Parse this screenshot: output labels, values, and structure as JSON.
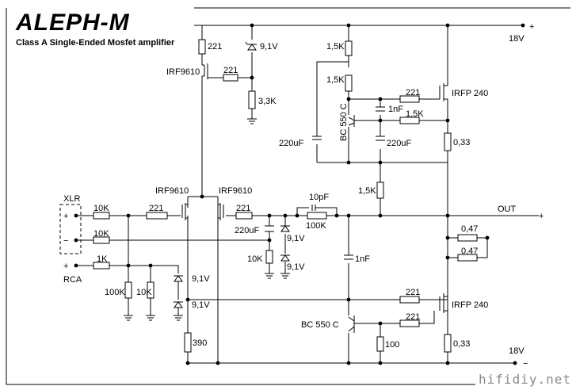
{
  "title": "ALEPH-M",
  "subtitle": "Class A Single-Ended Mosfet amplifier",
  "watermark": "hifidiy.net",
  "rails": {
    "pos": "18V",
    "neg": "18V",
    "plus": "+",
    "minus": "−"
  },
  "io": {
    "xlr": "XLR",
    "rca": "RCA",
    "out": "OUT"
  },
  "components": {
    "r_221_a": "221",
    "q_irf9610_a": "IRF9610",
    "r_221_b": "221",
    "z_9v1_a": "9,1V",
    "r_3k3": "3,3K",
    "r_1k5_a": "1,5K",
    "r_1k5_b": "1,5K",
    "c_220u_a": "220uF",
    "q_bc550_a": "BC 550 C",
    "r_221_c": "221",
    "q_irfp240_a": "IRFP 240",
    "c_1n_a": "1nF",
    "r_1k5_c": "1,5K",
    "c_220u_b": "220uF",
    "r_033_a": "0,33",
    "r_1k5_d": "1,5K",
    "q_irf9610_b": "IRF9610",
    "q_irf9610_c": "IRF9610",
    "c_10p": "10pF",
    "r_10k_a": "10K",
    "r_221_d": "221",
    "r_221_e": "221",
    "r_100k_a": "100K",
    "c_220u_c": "220uF",
    "z_9v1_b": "9,1V",
    "z_9v1_c": "9,1V",
    "r_10k_b": "10K",
    "r_10k_c": "10K",
    "c_1n_b": "1nF",
    "r_047_a": "0,47",
    "r_047_b": "0,47",
    "r_1k": "1K",
    "r_100k_b": "100K",
    "r_10k_d": "10K",
    "z_9v1_d": "9,1V",
    "z_9v1_e": "9,1V",
    "r_221_f": "221",
    "q_irfp240_b": "IRFP 240",
    "q_bc550_b": "BC 550 C",
    "r_221_g": "221",
    "r_100": "100",
    "r_033_b": "0,33",
    "r_390": "390"
  }
}
